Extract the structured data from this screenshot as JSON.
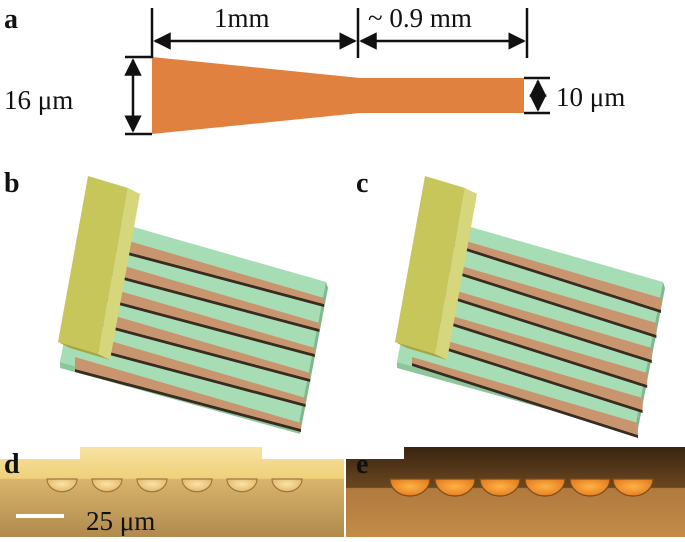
{
  "panels": {
    "a": {
      "label": "a"
    },
    "b": {
      "label": "b"
    },
    "c": {
      "label": "c"
    },
    "d": {
      "label": "d"
    },
    "e": {
      "label": "e"
    }
  },
  "dimensions": {
    "taper_length": "1mm",
    "straight_length": "~ 0.9 mm",
    "input_width": "16 μm",
    "output_width": "10 μm"
  },
  "scale_bar": {
    "label": "25 μm"
  },
  "colors": {
    "waveguide": "#E0813F",
    "substrate": "#A6DDB4",
    "input_block": "#C6C65A",
    "core": "#C9956F",
    "micrograph_top_d": "#F2D67E",
    "micrograph_bottom_d": "#B99456",
    "micrograph_top_e": "#4E3212",
    "micrograph_bottom_e": "#BE8540",
    "facet_glow": "#F59A2E"
  }
}
